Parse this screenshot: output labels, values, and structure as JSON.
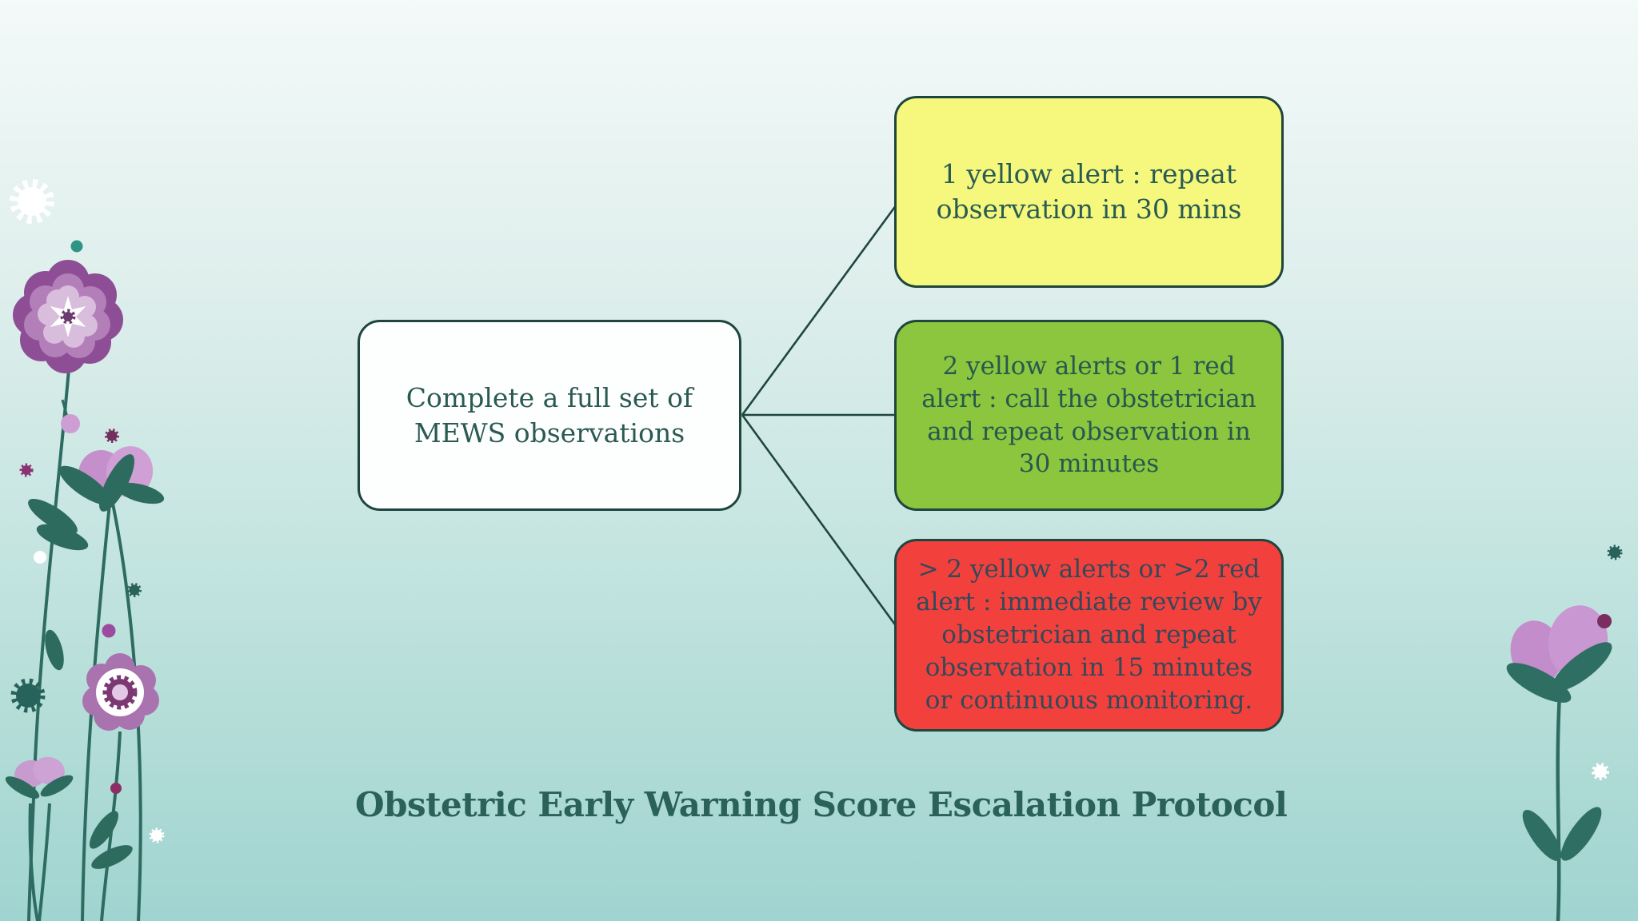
{
  "page": {
    "caption": "Obstetric Early Warning Score Escalation Protocol"
  },
  "diagram": {
    "root": {
      "label": "Complete a full set of\nMEWS observations",
      "fill": "#FDFFFE",
      "text_color": "#2B5A52"
    },
    "branches": [
      {
        "id": "yellow-alert",
        "label": "1 yellow alert : repeat\nobservation in 30 mins",
        "fill": "#F5F87D",
        "text_color": "#2A5B53"
      },
      {
        "id": "green-alert",
        "label": "2 yellow alerts or 1 red\nalert : call the obstetrician\nand repeat observation in\n30 minutes",
        "fill": "#8CC63E",
        "text_color": "#27584F"
      },
      {
        "id": "red-alert",
        "label": "> 2 yellow alerts or >2 red\nalert : immediate review by\nobstetrician and repeat\nobservation in 15 minutes\nor continuous monitoring.",
        "fill": "#F2413D",
        "text_color": "#33495A"
      }
    ],
    "connector_color": "#1E463F",
    "border_color": "#1E463F"
  },
  "palette": {
    "background_top": "#F3FAF9",
    "background_bottom": "#A0D4D0",
    "caption_color": "#2A6158",
    "stem_green": "#2E6B60",
    "leaf_green": "#2E6B5F",
    "flower_purple_dark": "#8E4E95",
    "flower_purple_mid": "#B37FB9",
    "flower_purple_light": "#D9BDDC",
    "flower_orchid": "#C795CE",
    "poppy_outer": "#A873AF",
    "poppy_inner": "#7B3873",
    "teal_accent": "#27635A"
  },
  "decorations": {
    "left": [
      "white-fluffy-flower",
      "teal-dot",
      "layered-purple-flower",
      "lavender-dot",
      "purple-spiky-dot",
      "magenta-spiky-dot",
      "orchid-tulip-flower",
      "white-dot",
      "teal-spiky-dot",
      "purple-dot",
      "poppy-flower",
      "teal-sunburst-flower",
      "small-tulip-flower",
      "magenta-dot",
      "white-spiky-dot"
    ],
    "right": [
      "teal-spiky-dot",
      "magenta-dot",
      "orchid-tulip-flower",
      "white-spiky-dot"
    ]
  }
}
